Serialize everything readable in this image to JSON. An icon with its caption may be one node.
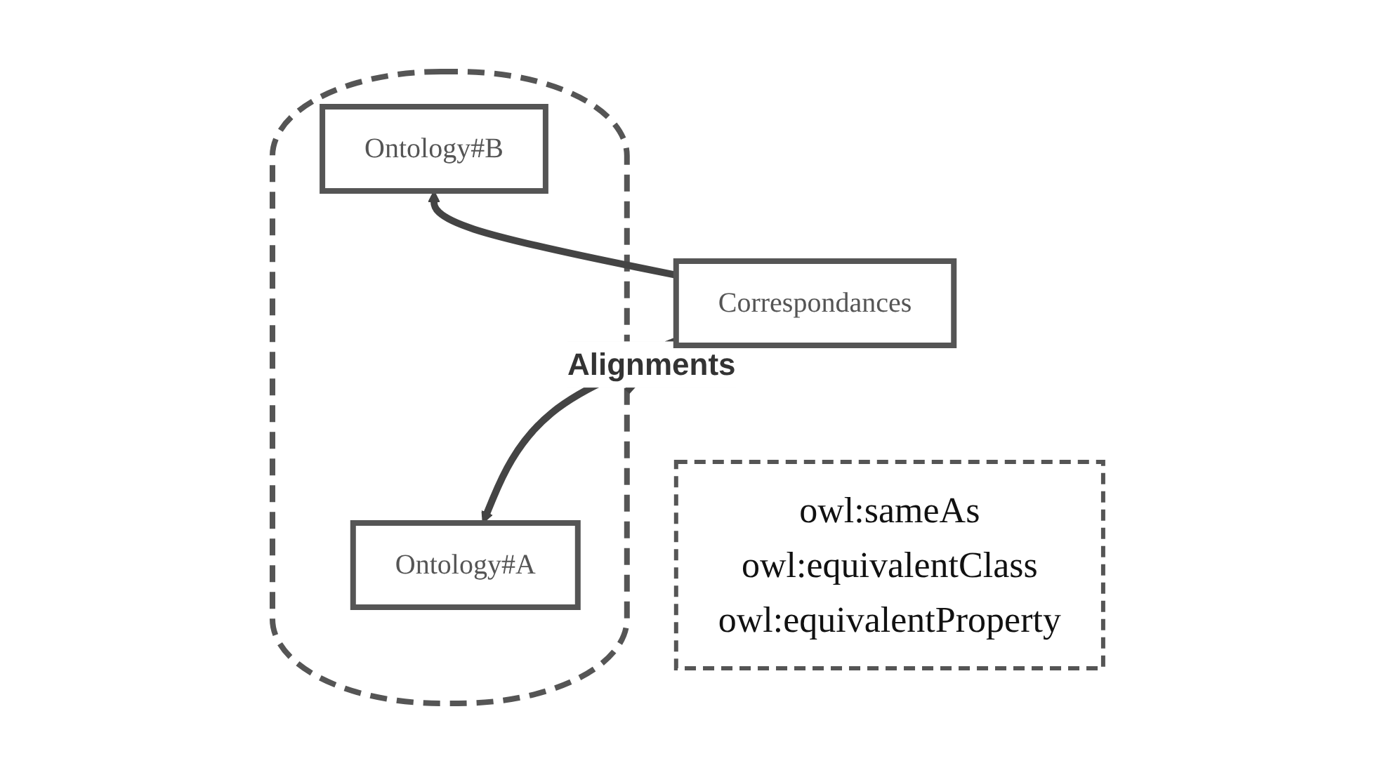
{
  "diagram": {
    "nodes": [
      {
        "text": [],
        "shape": "ellipse"
      },
      {
        "text": [
          "Ontology#A"
        ],
        "in": 0
      },
      {
        "text": [
          "Ontology#B"
        ],
        "in": 0
      },
      {
        "text": [
          "Correspondances"
        ]
      },
      {
        "text": [
          "owl:sameAs",
          "owl:equivalentClass",
          "owl:equivalentProperty"
        ]
      }
    ],
    "edges": [
      {
        "from": 3,
        "to": 1,
        "arrow": "to"
      },
      {
        "from": 3,
        "to": 2,
        "arrow": "to"
      },
      {
        "from": 0,
        "to": 3,
        "arrow": "to",
        "label": "Alignments"
      }
    ]
  }
}
